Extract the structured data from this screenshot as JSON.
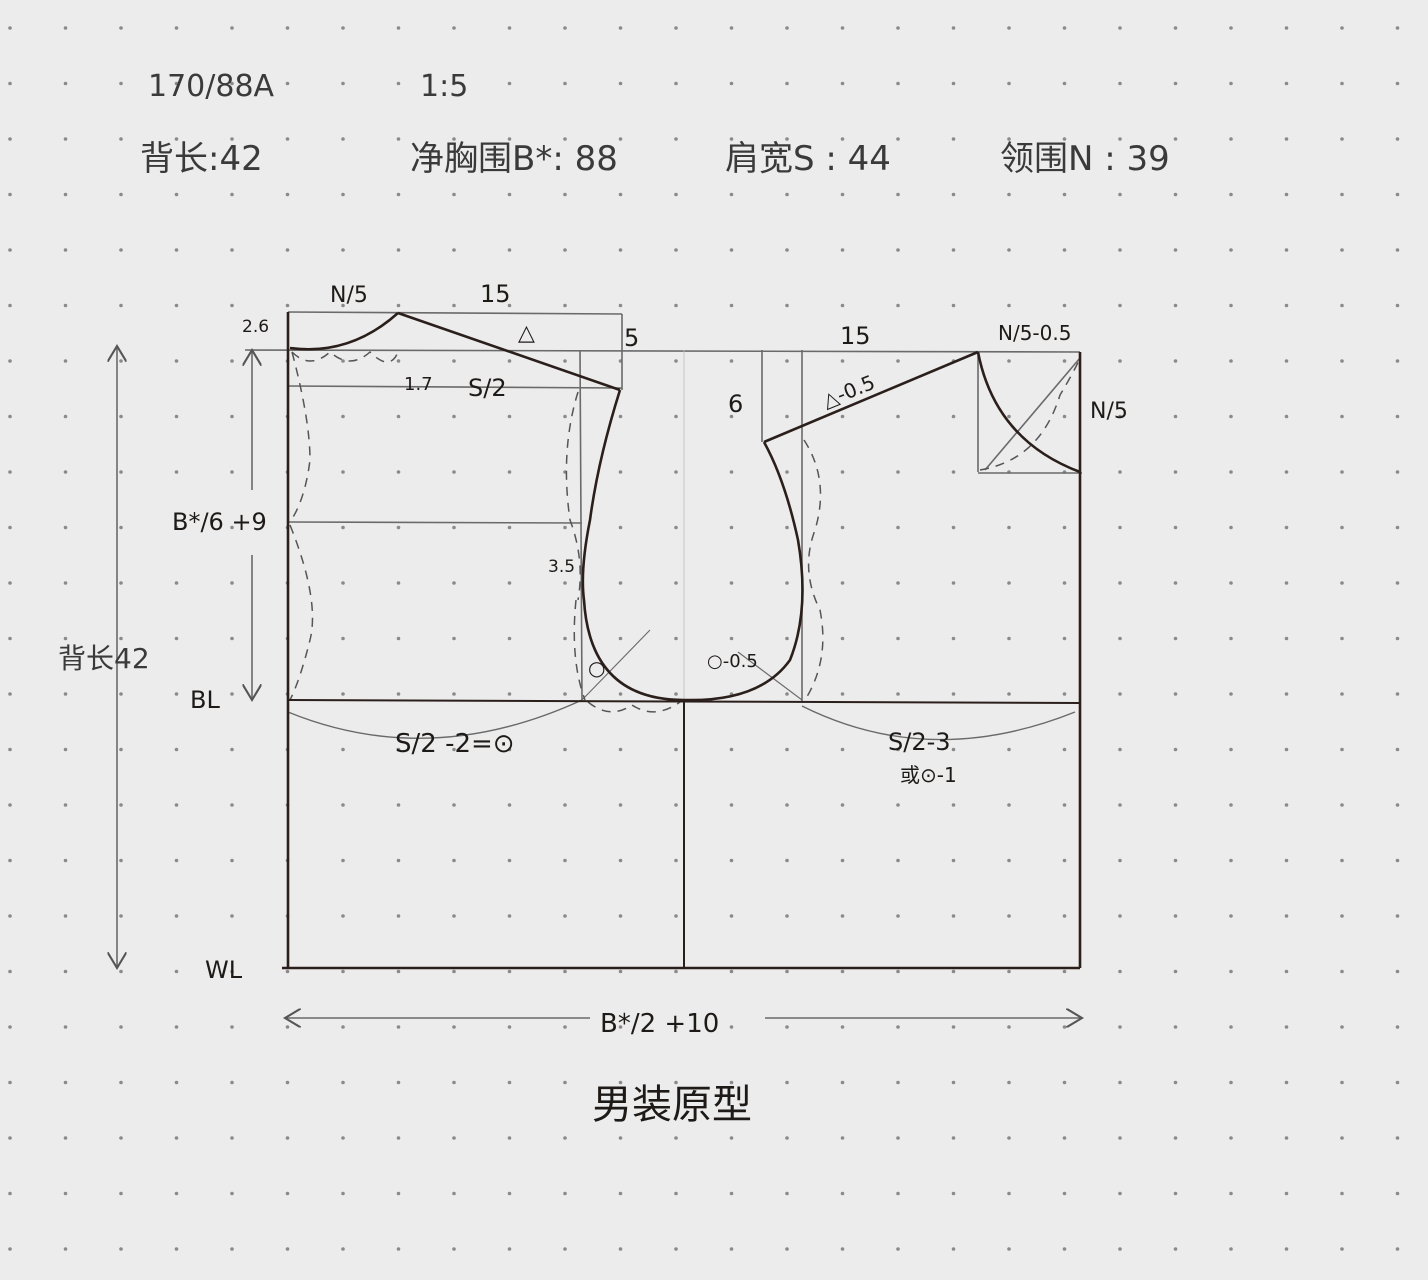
{
  "header": {
    "size_spec": "170/88A",
    "scale": "1:5",
    "measurements": [
      {
        "label": "背长",
        "symbol": "",
        "value": "42",
        "text": "背长:42"
      },
      {
        "label": "净胸围",
        "symbol": "B*",
        "value": "88",
        "text": "净胸围B*: 88"
      },
      {
        "label": "肩宽",
        "symbol": "S",
        "value": "44",
        "text": "肩宽S : 44"
      },
      {
        "label": "领围",
        "symbol": "N",
        "value": "39",
        "text": "领围N : 39"
      }
    ]
  },
  "diagram": {
    "title": "男装原型",
    "colors": {
      "paper": "#ececec",
      "dot": "#8a8a8a",
      "ink": "#2b1f1c",
      "pencil": "#6a6a6a"
    },
    "back": {
      "neck_width": "N/5",
      "neck_rise": "2.6",
      "neck_corner": "1.7",
      "shoulder_length": "15",
      "shoulder_slope_marker": "△",
      "shoulder_drop": "5",
      "half_shoulder": "S/2",
      "armhole_depth": "B*/6 +9",
      "armhole_ease": "3.5",
      "back_width": "S/2 -2=⊙",
      "armhole_bisector": "○"
    },
    "front": {
      "shoulder_length": "15",
      "neck_width": "N/5-0.5",
      "neck_depth": "N/5",
      "shoulder_drop": "6",
      "shoulder_line": "△-0.5",
      "armhole_bisector": "○-0.5",
      "chest_width": "S/2-3",
      "chest_width_alt": "或⊙-1"
    },
    "lines": {
      "back_length": "背长42",
      "bust_line": "BL",
      "waist_line": "WL",
      "total_width": "B*/2 +10"
    }
  }
}
